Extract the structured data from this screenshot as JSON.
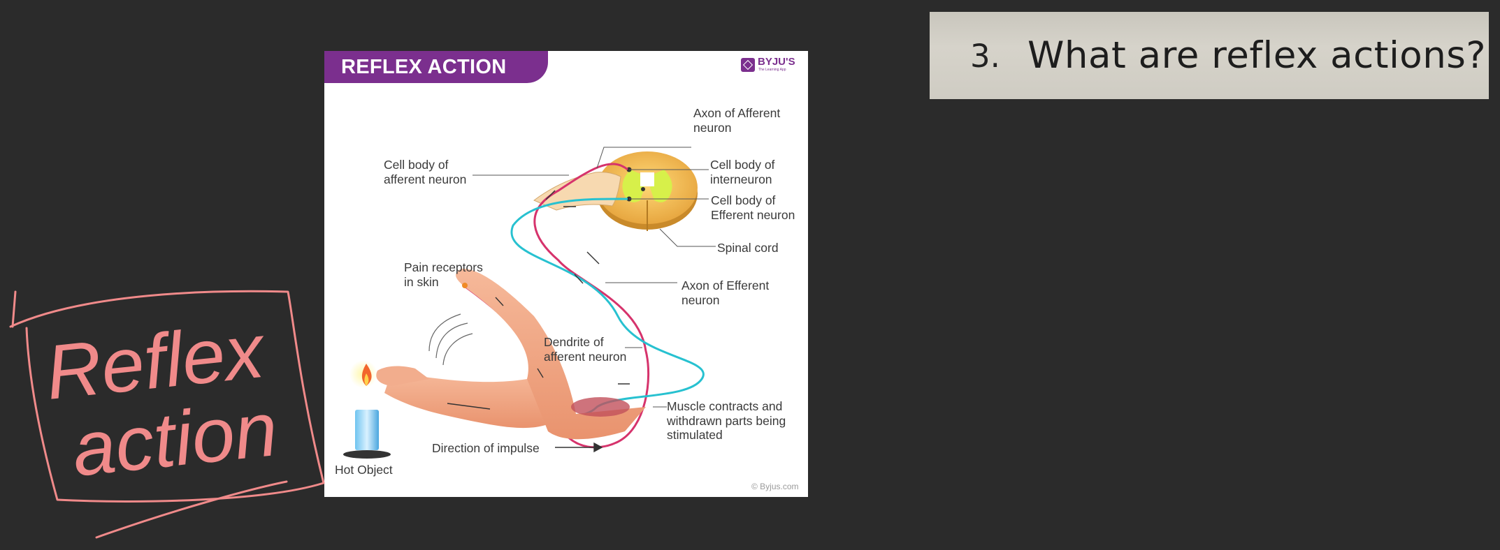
{
  "diagram": {
    "title": "REFLEX ACTION",
    "brand": "BYJU'S",
    "brand_tagline": "The Learning App",
    "labels": {
      "axon_afferent": "Axon of Afferent\nneuron",
      "cell_body_afferent": "Cell body of\nafferent neuron",
      "cell_body_interneuron": "Cell body of\ninterneuron",
      "cell_body_efferent": "Cell body of\nEfferent neuron",
      "spinal_cord": "Spinal cord",
      "pain_receptors": "Pain receptors\nin skin",
      "axon_efferent": "Axon of Efferent\nneuron",
      "dendrite_afferent": "Dendrite of\nafferent neuron",
      "muscle_contracts": "Muscle contracts and\nwithdrawn parts being\nstimulated",
      "direction_impulse": "Direction of impulse",
      "hot_object": "Hot Object"
    },
    "copyright": "© Byjus.com"
  },
  "question": {
    "number": "3.",
    "text": "What are reflex actions?"
  },
  "annotation": {
    "line1": "Reflex",
    "line2": "action",
    "color": "#f08a8a"
  },
  "colors": {
    "background": "#2b2b2b",
    "brand": "#7b2f8e",
    "afferent": "#d6336c",
    "efferent": "#27c1d0"
  }
}
